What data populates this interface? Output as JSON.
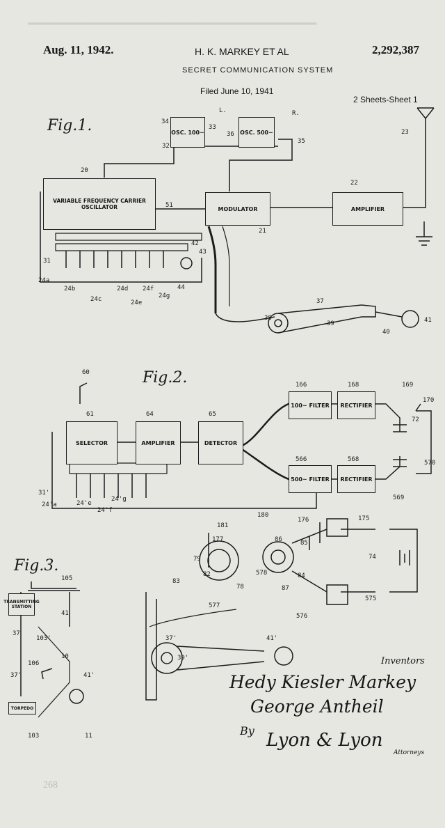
{
  "header": {
    "date": "Aug. 11, 1942.",
    "inventors": "H. K. MARKEY ET AL",
    "number": "2,292,387",
    "title": "SECRET COMMUNICATION SYSTEM",
    "filed": "Filed June 10, 1941",
    "sheets": "2 Sheets-Sheet 1"
  },
  "figures": {
    "fig1": "Fig.1.",
    "fig2": "Fig.2.",
    "fig3": "Fig.3."
  },
  "boxes": {
    "osc100": "OSC. 100~",
    "osc500": "OSC. 500~",
    "vfco": "VARIABLE FREQUENCY CARRIER OSCILLATOR",
    "modulator": "MODULATOR",
    "amplifier1": "AMPLIFIER",
    "selector": "SELECTOR",
    "amplifier2": "AMPLIFIER",
    "detector": "DETECTOR",
    "filter100": "100~ FILTER",
    "rectifier1": "RECTIFIER",
    "filter500": "500~ FILTER",
    "rectifier2": "RECTIFIER",
    "transmitting": "TRANSMITTING STATION",
    "torpedo": "TORPEDO"
  },
  "refs": {
    "r34": "34",
    "r33": "33",
    "r36": "36",
    "rL": "L.",
    "rR": "R.",
    "r35": "35",
    "r32": "32",
    "r20": "20",
    "r23": "23",
    "r22": "22",
    "r51": "51",
    "r21": "21",
    "r42": "42",
    "r43": "43",
    "r31": "31",
    "r44": "44",
    "r24a": "24a",
    "r24b": "24b",
    "r24c": "24c",
    "r24d": "24d",
    "r24e": "24e",
    "r24f": "24f",
    "r24g": "24g",
    "r37": "37",
    "r38": "38",
    "r39": "39",
    "r40": "40",
    "r41": "41",
    "r60": "60",
    "r61": "61",
    "r64": "64",
    "r65": "65",
    "r166": "166",
    "r168": "168",
    "r169": "169",
    "r170": "170",
    "r72": "72",
    "r566": "566",
    "r568": "568",
    "r570": "570",
    "r569": "569",
    "r31p": "31'",
    "r24ap": "24'a",
    "r24ep": "24'e",
    "r24fp": "24'f",
    "r24gp": "24'g",
    "r181": "181",
    "r180": "180",
    "r176": "176",
    "r175": "175",
    "r177": "177",
    "r86": "86",
    "r85": "85",
    "r79": "79",
    "r74": "74",
    "r82": "82",
    "r578": "578",
    "r84": "84",
    "r78": "78",
    "r87": "87",
    "r83": "83",
    "r575": "575",
    "r577": "577",
    "r576": "576",
    "r37p": "37'",
    "r39p": "39'",
    "r41p": "41'",
    "r105": "105",
    "r41f3": "41",
    "r37f3": "37",
    "r103p": "103'",
    "r10": "10",
    "r106": "106",
    "r37pf3": "37'",
    "r41pf3": "41'",
    "r103": "103",
    "r11": "11"
  },
  "signatures": {
    "caption": "Inventors",
    "inventor1": "Hedy Kiesler Markey",
    "inventor2": "George Antheil",
    "by": "By",
    "attorney_name": "Lyon & Lyon",
    "attorneys": "Attorneys"
  },
  "footer": {
    "page": "268"
  }
}
